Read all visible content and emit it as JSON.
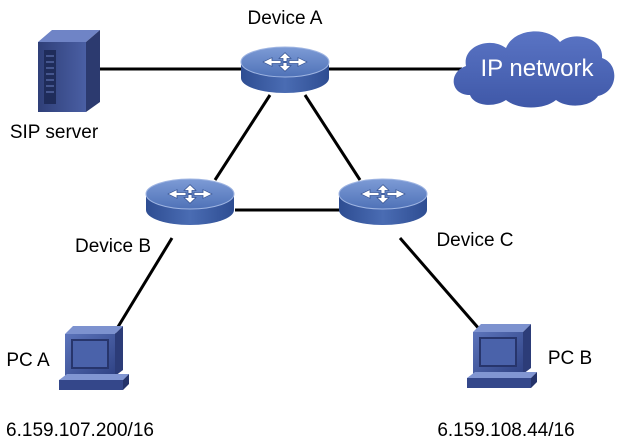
{
  "nodes": {
    "device_a": {
      "label": "Device A"
    },
    "device_b": {
      "label": "Device B"
    },
    "device_c": {
      "label": "Device C"
    },
    "sip_server": {
      "label": "SIP server"
    },
    "ip_network": {
      "label": "IP network"
    },
    "pc_a": {
      "label": "PC A",
      "ip": "6.159.107.200/16"
    },
    "pc_b": {
      "label": "PC B",
      "ip": "6.159.108.44/16"
    }
  },
  "links": [
    {
      "from": "sip_server",
      "to": "device_a"
    },
    {
      "from": "device_a",
      "to": "ip_network"
    },
    {
      "from": "device_a",
      "to": "device_b"
    },
    {
      "from": "device_a",
      "to": "device_c"
    },
    {
      "from": "device_b",
      "to": "device_c"
    },
    {
      "from": "device_b",
      "to": "pc_a"
    },
    {
      "from": "device_c",
      "to": "pc_b"
    }
  ],
  "colors": {
    "router_top": "#5b7fc4",
    "router_side": "#3d5fa6",
    "router_arrows": "#ffffff",
    "cloud": "#4a64b4",
    "server": "#3c4e8c",
    "pc": "#3a4f90",
    "link": "#000000"
  }
}
